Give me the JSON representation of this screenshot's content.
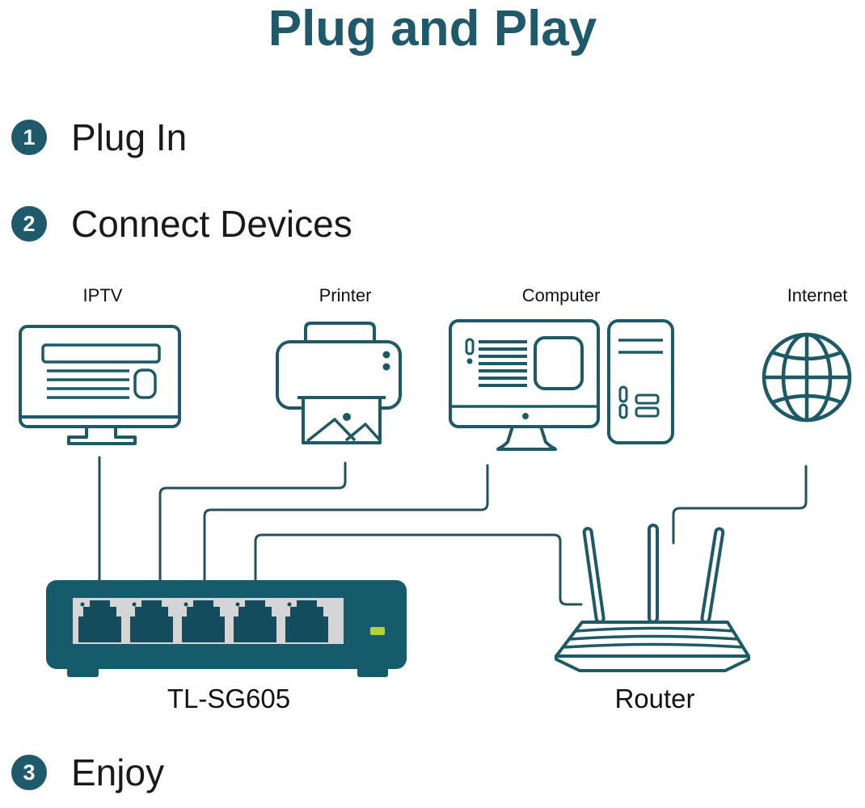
{
  "header": {
    "title": "Plug and Play"
  },
  "steps": [
    {
      "number": "1",
      "label": "Plug In"
    },
    {
      "number": "2",
      "label": "Connect Devices"
    },
    {
      "number": "3",
      "label": "Enjoy"
    }
  ],
  "devices": [
    {
      "label": "IPTV"
    },
    {
      "label": "Printer"
    },
    {
      "label": "Computer"
    },
    {
      "label": "Internet"
    }
  ],
  "switch_device": {
    "model": "TL-SG605",
    "port_count": 5
  },
  "router": {
    "label": "Router"
  },
  "connections": [
    {
      "from": "IPTV",
      "to": "TL-SG605 port 1"
    },
    {
      "from": "Printer",
      "to": "TL-SG605 port 2"
    },
    {
      "from": "Computer",
      "to": "TL-SG605 port 3"
    },
    {
      "from": "Router",
      "to": "TL-SG605 port 4"
    },
    {
      "from": "Internet",
      "to": "Router"
    }
  ],
  "colors": {
    "accent_teal": "#1E5A6B",
    "icon_stroke": "#1D5A66",
    "cable": "#24505B",
    "switch_body": "#165B6B",
    "switch_panel": "#D3D5D6",
    "switch_port": "#134C5C",
    "led_green": "#B3D235",
    "text": "#1A1A1A"
  }
}
